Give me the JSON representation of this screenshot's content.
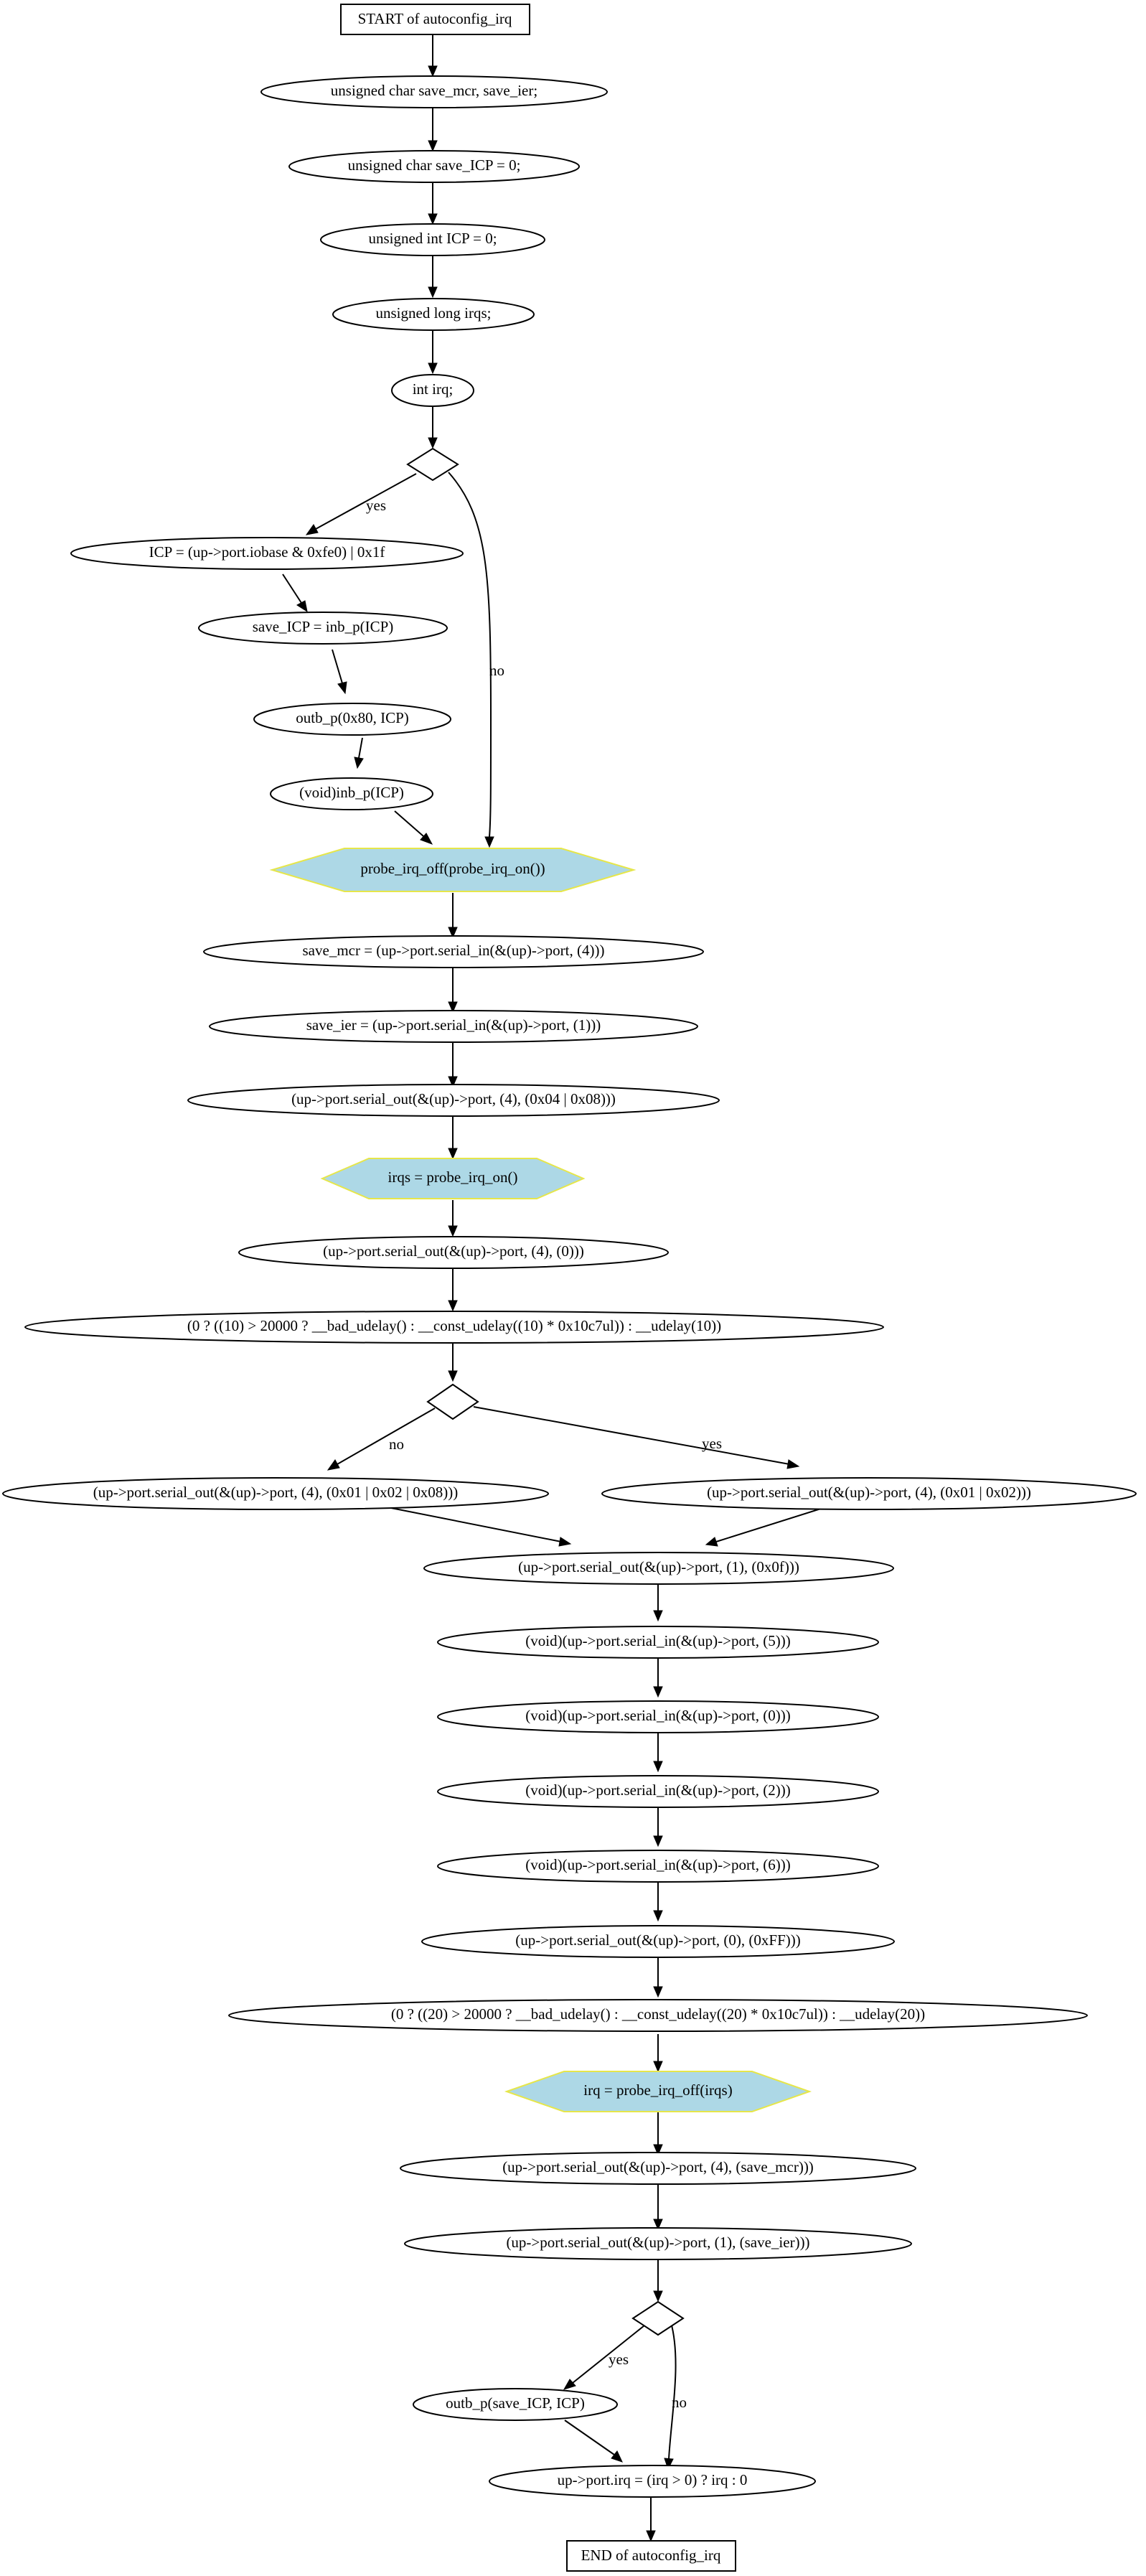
{
  "nodes": {
    "start": "START of autoconfig_irq",
    "n1": "unsigned char save_mcr, save_ier;",
    "n2": "unsigned char save_ICP = 0;",
    "n3": "unsigned int ICP = 0;",
    "n4": "unsigned long irqs;",
    "n5": "int irq;",
    "n7": "ICP = (up->port.iobase & 0xfe0) | 0x1f",
    "n8": "save_ICP = inb_p(ICP)",
    "n9": "outb_p(0x80, ICP)",
    "n10": "(void)inb_p(ICP)",
    "h1": "probe_irq_off(probe_irq_on())",
    "n11": "save_mcr = (up->port.serial_in(&(up)->port, (4)))",
    "n12": "save_ier = (up->port.serial_in(&(up)->port, (1)))",
    "n13": "(up->port.serial_out(&(up)->port, (4), (0x04 | 0x08)))",
    "h2": "irqs = probe_irq_on()",
    "n14": "(up->port.serial_out(&(up)->port, (4), (0)))",
    "n15": "(0 ? ((10) > 20000 ? __bad_udelay() : __const_udelay((10) * 0x10c7ul)) : __udelay(10))",
    "n17": "(up->port.serial_out(&(up)->port, (4), (0x01 | 0x02 | 0x08)))",
    "n18": "(up->port.serial_out(&(up)->port, (4), (0x01 | 0x02)))",
    "n19": "(up->port.serial_out(&(up)->port, (1), (0x0f)))",
    "n20": "(void)(up->port.serial_in(&(up)->port, (5)))",
    "n21": "(void)(up->port.serial_in(&(up)->port, (0)))",
    "n22": "(void)(up->port.serial_in(&(up)->port, (2)))",
    "n23": "(void)(up->port.serial_in(&(up)->port, (6)))",
    "n24": "(up->port.serial_out(&(up)->port, (0), (0xFF)))",
    "n25": "(0 ? ((20) > 20000 ? __bad_udelay() : __const_udelay((20) * 0x10c7ul)) : __udelay(20))",
    "h3": "irq = probe_irq_off(irqs)",
    "n26": "(up->port.serial_out(&(up)->port, (4), (save_mcr)))",
    "n27": "(up->port.serial_out(&(up)->port, (1), (save_ier)))",
    "n29": "outb_p(save_ICP, ICP)",
    "n30": "up->port.irq = (irq > 0) ? irq : 0",
    "end": "END of autoconfig_irq"
  },
  "edge_labels": {
    "d1_yes": "yes",
    "d1_no": "no",
    "d2_no": "no",
    "d2_yes": "yes",
    "d3_yes": "yes",
    "d3_no": "no"
  },
  "colors": {
    "hex_fill": "#add8e6",
    "hex_stroke": "#e6e64a"
  }
}
